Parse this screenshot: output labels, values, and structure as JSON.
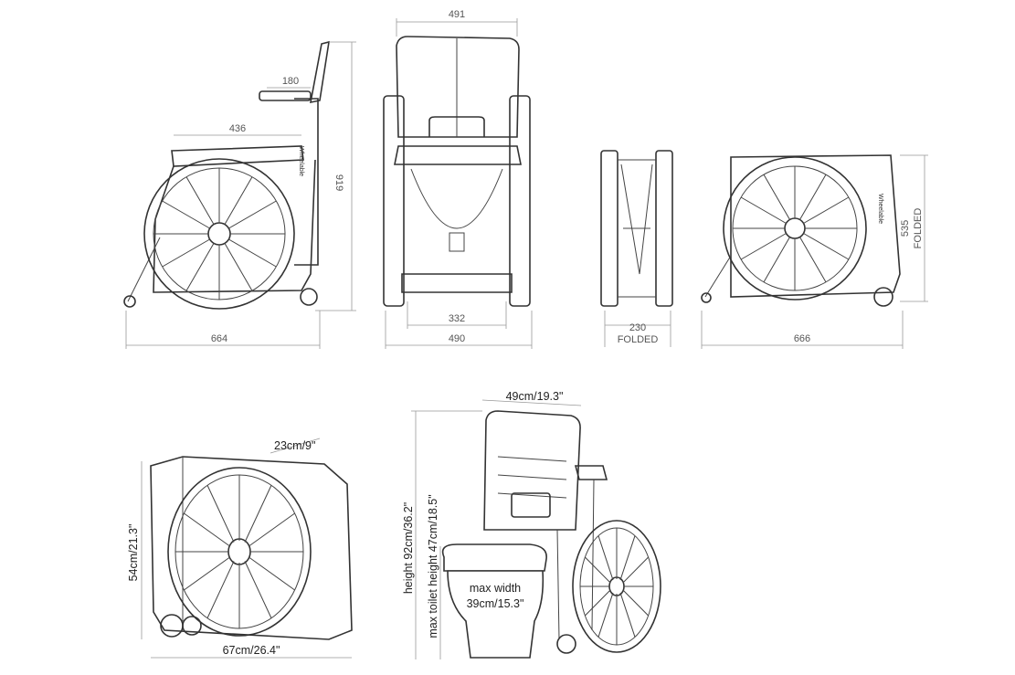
{
  "dimensions": {
    "side_view": {
      "armrest": "180",
      "seat_depth": "436",
      "height": "919",
      "length": "664"
    },
    "front_view": {
      "width_top": "491",
      "inner_width": "332",
      "width_bottom": "490"
    },
    "folded_front": {
      "width": "230",
      "width_note": "FOLDED"
    },
    "folded_side": {
      "height": "535",
      "height_note": "FOLDED",
      "length": "666"
    },
    "folded_3d": {
      "depth": "23cm/9\"",
      "height": "54cm/21.3\"",
      "length": "67cm/26.4\""
    },
    "toilet_view": {
      "width": "49cm/19.3\"",
      "height": "height 92cm/36.2\"",
      "toilet_height": "max toilet height 47cm/18.5\"",
      "max_width_label": "max width",
      "max_width_value": "39cm/15.3\""
    }
  },
  "brand_label": "Wheelable",
  "colors": {
    "line": "#333333",
    "dimension": "#999999",
    "text": "#555555"
  }
}
